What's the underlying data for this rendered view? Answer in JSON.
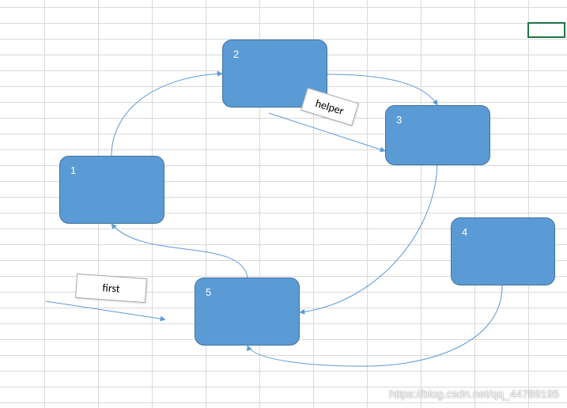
{
  "nodes": {
    "n1": {
      "label": "1"
    },
    "n2": {
      "label": "2"
    },
    "n3": {
      "label": "3"
    },
    "n4": {
      "label": "4"
    },
    "n5": {
      "label": "5"
    }
  },
  "textboxes": {
    "helper": "helper",
    "first": "first"
  },
  "watermark": "https://blog.csdn.net/qq_44789195",
  "colors": {
    "node_fill": "#5b9bd5",
    "node_border": "#41719c",
    "connector": "#5b9bd5",
    "grid": "#d9d9d9",
    "active_cell": "#217346"
  }
}
